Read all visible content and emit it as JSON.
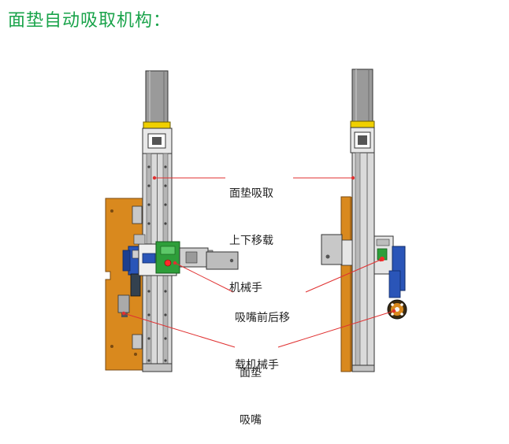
{
  "title": "面垫自动吸取机构：",
  "callouts": {
    "pad_lift": {
      "lines": [
        "面垫吸取",
        "上下移载",
        "机械手"
      ]
    },
    "nozzle_shift": {
      "lines": [
        "吸嘴前后移",
        "载机械手"
      ]
    },
    "pad_nozzle": {
      "lines": [
        "面垫",
        "吸嘴"
      ]
    }
  },
  "colors": {
    "title": "#19a34a",
    "leader_line": "#e03030",
    "base_plate": "#d9891e",
    "motor": "#2a55b8",
    "cylinder_green": "#2e9e3a",
    "rail_gray": "#8c8c8c",
    "sensor_yellow": "#f0d000",
    "bracket_gray": "#bdbdbd"
  }
}
